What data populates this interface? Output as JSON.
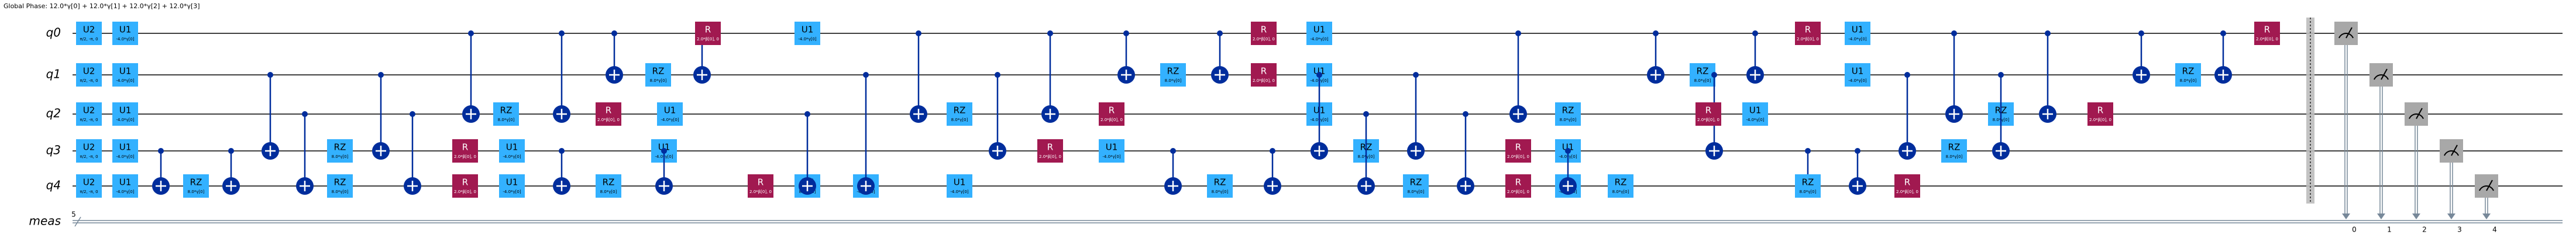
{
  "global_phase": "Global Phase: 12.0*γ[0] + 12.0*γ[1] + 12.0*γ[2] + 12.0*γ[3]",
  "qubit_labels": [
    "q0",
    "q1",
    "q2",
    "q3",
    "q4"
  ],
  "classical_label": "meas",
  "classical_width": "5",
  "labels": {
    "u2": "U2",
    "u1": "U1",
    "r": "R",
    "rz": "RZ"
  },
  "params": {
    "u2_0": "π/2, -π, 0",
    "u1_neg": "-4.0*γ[0]",
    "rz_pos": "8.0*γ[0]",
    "r_pos": "2.0*β[0], 0"
  },
  "meas_indices": [
    "0",
    "1",
    "2",
    "3",
    "4"
  ],
  "colors": {
    "wire": "#000000",
    "cnot": "#002d9c",
    "u_gate": "#33b1ff",
    "r_gate": "#a11950",
    "barrier": "#bdbdbd",
    "measure": "#a8a8a8",
    "classical": "#778899"
  }
}
